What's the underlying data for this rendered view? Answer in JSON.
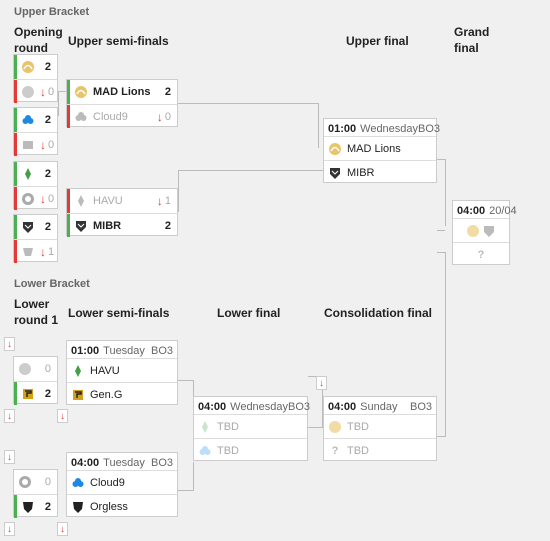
{
  "upper": {
    "section": "Upper Bracket",
    "opening": "Opening round",
    "semis": "Upper semi-finals",
    "final": "Upper final",
    "grand": "Grand final"
  },
  "lower": {
    "section": "Lower Bracket",
    "round1": "Lower round 1",
    "semis": "Lower semi-finals",
    "final": "Lower final",
    "consolation": "Consolidation final"
  },
  "opening": [
    {
      "a": {
        "score": "2"
      },
      "b": {
        "score": "0"
      }
    },
    {
      "a": {
        "score": "2"
      },
      "b": {
        "score": "0"
      }
    },
    {
      "a": {
        "score": "2"
      },
      "b": {
        "score": "0"
      }
    },
    {
      "a": {
        "score": "2"
      },
      "b": {
        "score": "1"
      }
    }
  ],
  "usemi": [
    {
      "a": {
        "name": "MAD Lions",
        "score": "2"
      },
      "b": {
        "name": "Cloud9",
        "score": "0"
      }
    },
    {
      "a": {
        "name": "HAVU",
        "score": "1"
      },
      "b": {
        "name": "MIBR",
        "score": "2"
      }
    }
  ],
  "ufinal": {
    "time": "01:00",
    "day": "Wednesday",
    "format": "BO3",
    "a": "MAD Lions",
    "b": "MIBR"
  },
  "grand": {
    "time": "04:00",
    "day": "20/04",
    "b": "?"
  },
  "lr1": [
    {
      "a": {
        "score": "0"
      },
      "b": {
        "score": "2"
      }
    },
    {
      "a": {
        "score": "0"
      },
      "b": {
        "score": "2"
      }
    }
  ],
  "lsemi": [
    {
      "time": "01:00",
      "day": "Tuesday",
      "format": "BO3",
      "a": "HAVU",
      "b": "Gen.G"
    },
    {
      "time": "04:00",
      "day": "Tuesday",
      "format": "BO3",
      "a": "Cloud9",
      "b": "Orgless"
    }
  ],
  "lfinal": {
    "time": "04:00",
    "day": "Wednesday",
    "format": "BO3",
    "a": "TBD",
    "b": "TBD"
  },
  "cons": {
    "time": "04:00",
    "day": "Sunday",
    "format": "BO3",
    "a": "TBD",
    "b": "TBD"
  },
  "icons": {
    "lose_arrow": "↓",
    "unknown": "?"
  },
  "colors": {
    "win": "#4caf50",
    "lose": "#e53935"
  }
}
